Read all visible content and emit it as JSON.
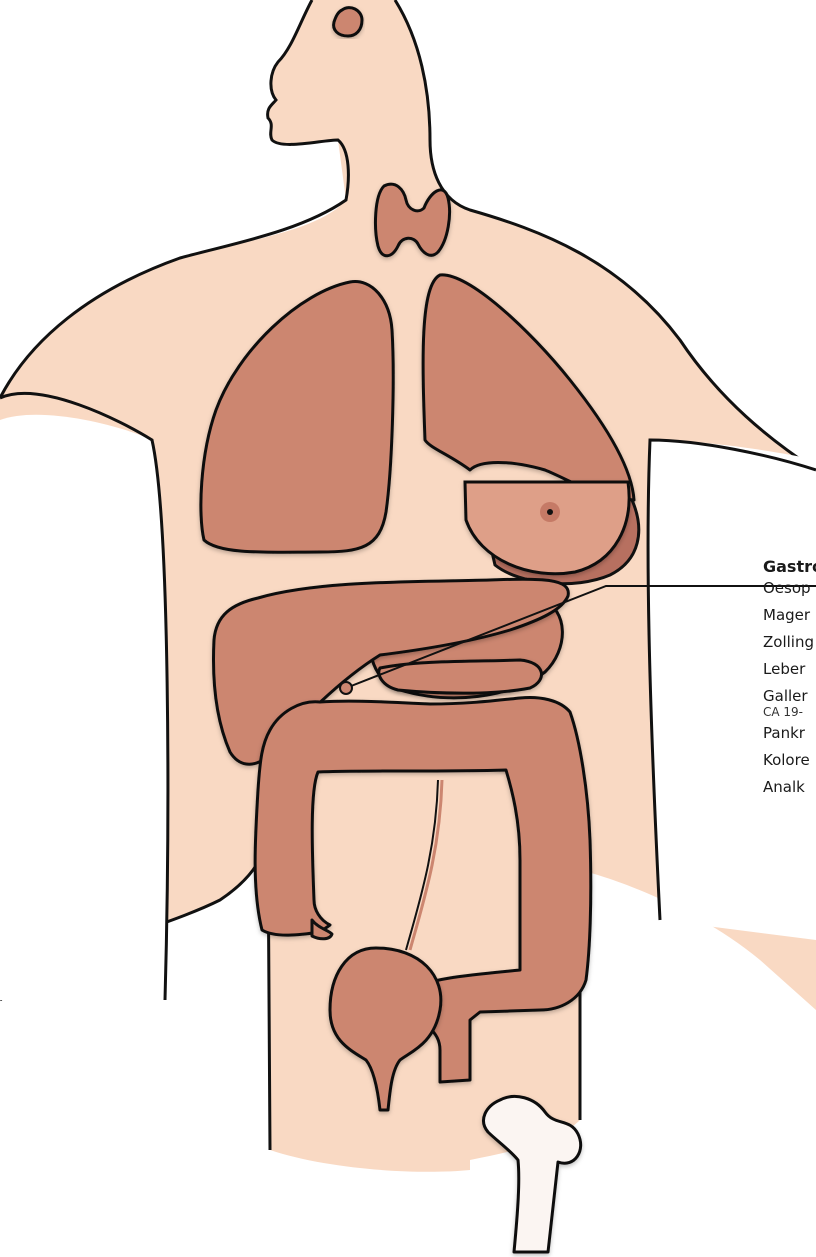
{
  "colors": {
    "skin": "#f9d9c3",
    "organ": "#cc8670",
    "organ_shadow": "#b77060",
    "breast_area": "#de9f88",
    "outline": "#111111",
    "bone": "#fbf5f2"
  },
  "label_panel": {
    "title": "Gastro",
    "items": [
      "Oesop",
      "Mager",
      "Zolling",
      "Leber",
      "Galler"
    ],
    "sub_item": "CA 19-",
    "items_after": [
      "Pankr",
      "Kolore",
      "Analk"
    ]
  }
}
